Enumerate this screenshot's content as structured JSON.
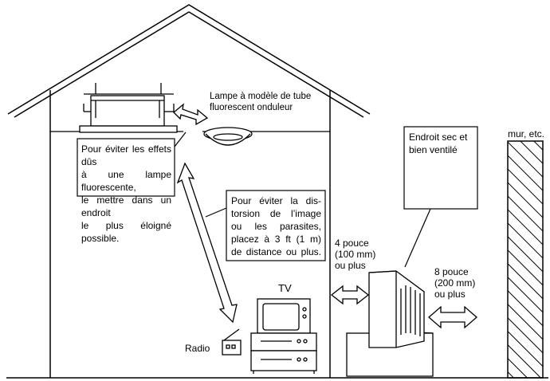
{
  "labels": {
    "lamp_line1": "Lampe à modèle de tube",
    "lamp_line2": "fluorescent onduleur",
    "fluor_box": [
      "Pour éviter les effets dûs",
      "à une lampe fluorescente,",
      "le mettre dans un endroit",
      "le plus éloigné possible."
    ],
    "distortion_box": [
      "Pour éviter la dis-",
      "torsion de l’image",
      "ou les parasites,",
      "placez à 3 ft (1 m)",
      "de distance ou plus."
    ],
    "dry_box": [
      "Endroit sec et",
      "bien ventilé"
    ],
    "tv": "TV",
    "radio": "Radio",
    "gap_4": [
      "4 pouce",
      "(100 mm)",
      "ou plus"
    ],
    "gap_8": [
      "8 pouce",
      "(200 mm)",
      "ou plus"
    ],
    "wall": "mur, etc."
  }
}
